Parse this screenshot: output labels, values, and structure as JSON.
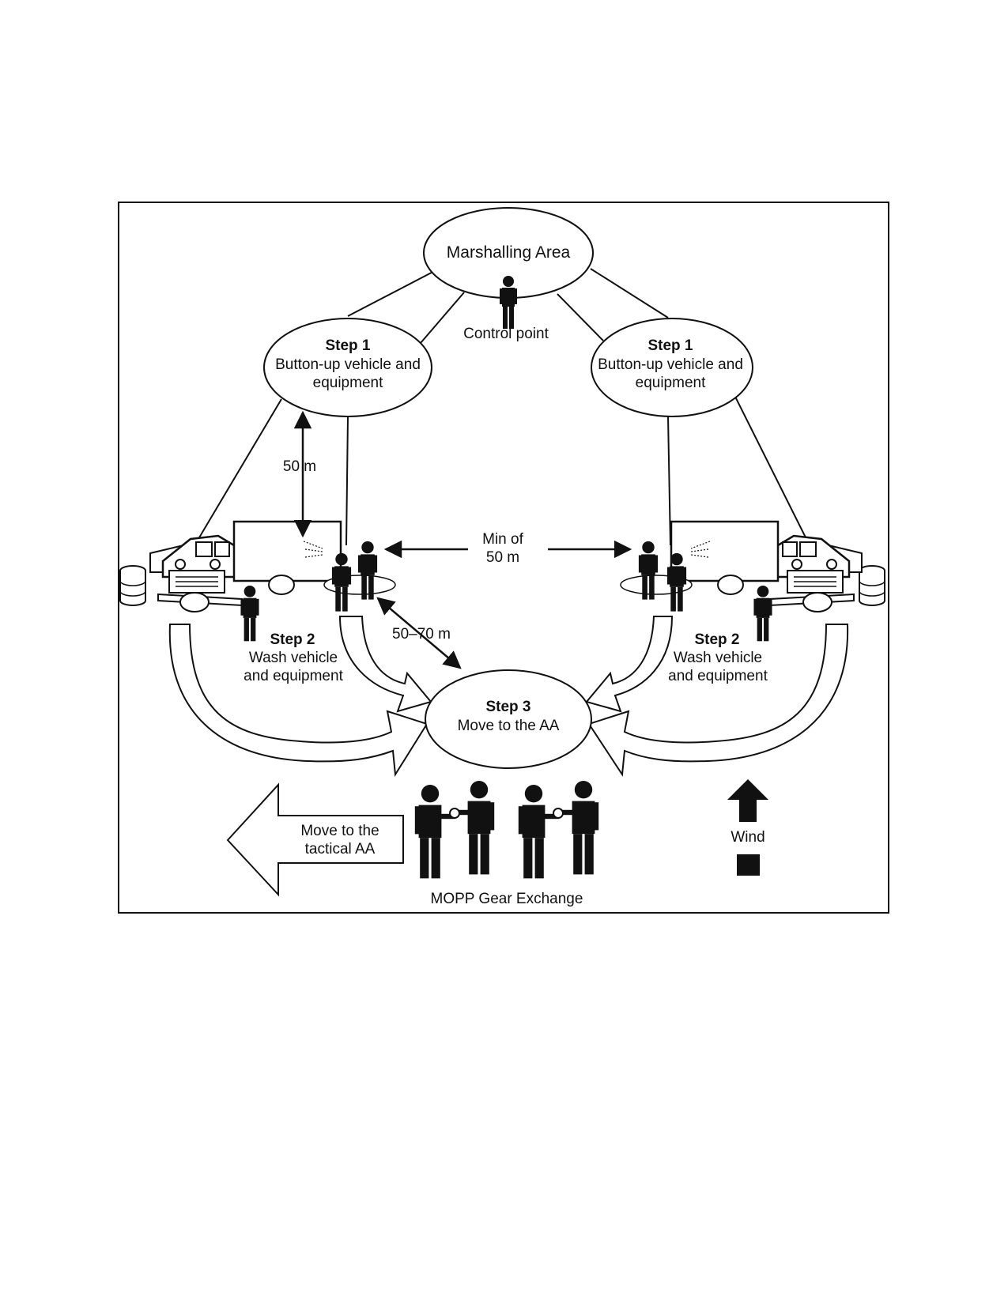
{
  "marshalling_area": "Marshalling Area",
  "control_point": "Control point",
  "step1_left": {
    "title": "Step 1",
    "line1": "Button-up vehicle and",
    "line2": "equipment"
  },
  "step1_right": {
    "title": "Step 1",
    "line1": "Button-up vehicle and",
    "line2": "equipment"
  },
  "distance_50m": "50 m",
  "min_of": {
    "line1": "Min of",
    "line2": "50 m"
  },
  "distance_50_70m": "50–70 m",
  "step2_left": {
    "title": "Step 2",
    "line1": "Wash vehicle",
    "line2": "and equipment"
  },
  "step2_right": {
    "title": "Step 2",
    "line1": "Wash vehicle",
    "line2": "and equipment"
  },
  "step3": {
    "title": "Step 3",
    "line1": "Move to the AA"
  },
  "move_tactical": {
    "line1": "Move to the",
    "line2": "tactical AA"
  },
  "mopp_gear_exchange": "MOPP Gear Exchange",
  "wind": "Wind",
  "icons": [
    "person-icon",
    "truck-icon",
    "barrel-icon",
    "wind-arrow-icon",
    "large-left-arrow-icon"
  ],
  "colors": {
    "ink": "#111111",
    "paper": "#ffffff"
  }
}
